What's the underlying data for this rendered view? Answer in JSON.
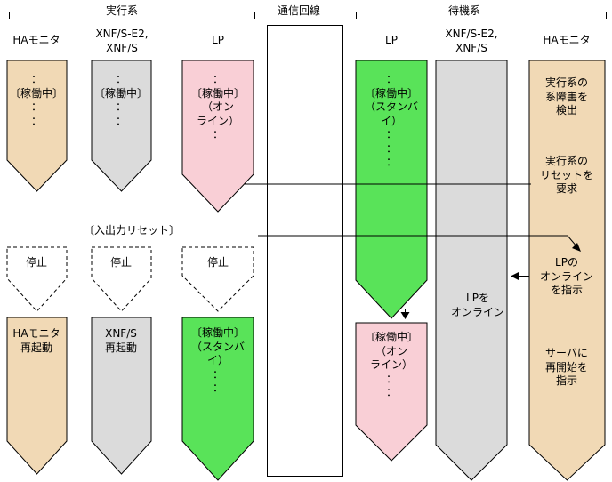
{
  "labels": {
    "active_system": "実行系",
    "comm_line": "通信回線",
    "standby_system": "待機系",
    "io_reset": "〔入出力リセット〕",
    "lp_to_online": "LPを\nオンライン"
  },
  "headers": {
    "active_ha": "HAモニタ",
    "active_xnf": "XNF/S-E2,\nXNF/S",
    "active_lp": "LP",
    "standby_lp": "LP",
    "standby_xnf": "XNF/S-E2,\nXNF/S",
    "standby_ha": "HAモニタ"
  },
  "states": {
    "active_ha": "：\n〔稼働中〕\n：\n：",
    "active_xnf": "：\n〔稼働中〕\n：\n：",
    "active_lp": "：\n〔稼働中〕\n（オン\nライン）\n：",
    "standby_lp": "：\n〔稼働中〕\n（スタンバ\nイ）\n：\n：\n：",
    "stop_ha": "停止",
    "stop_xnf": "停止",
    "stop_lp": "停止",
    "ha_restart": "HAモニタ\n再起動",
    "xnf_restart": "XNF/S\n再起動",
    "lp_standby_after": "〔稼働中〕\n（スタンバ\nイ）\n：\n：",
    "lp_online_after": "〔稼働中〕\n（オン\nライン）\n：\n："
  },
  "notes": {
    "detect_failure": "実行系の\n系障害を\n検出",
    "request_reset": "実行系の\nリセットを\n要求",
    "order_lp_online": "LPの\nオンライン\nを指示",
    "order_server_restart": "サーバに\n再開始を\n指示"
  },
  "colors": {
    "tan": "#F1D9B5",
    "gray": "#DBDBDB",
    "pink": "#F9CFD6",
    "green": "#59E359",
    "line": "#000000"
  }
}
